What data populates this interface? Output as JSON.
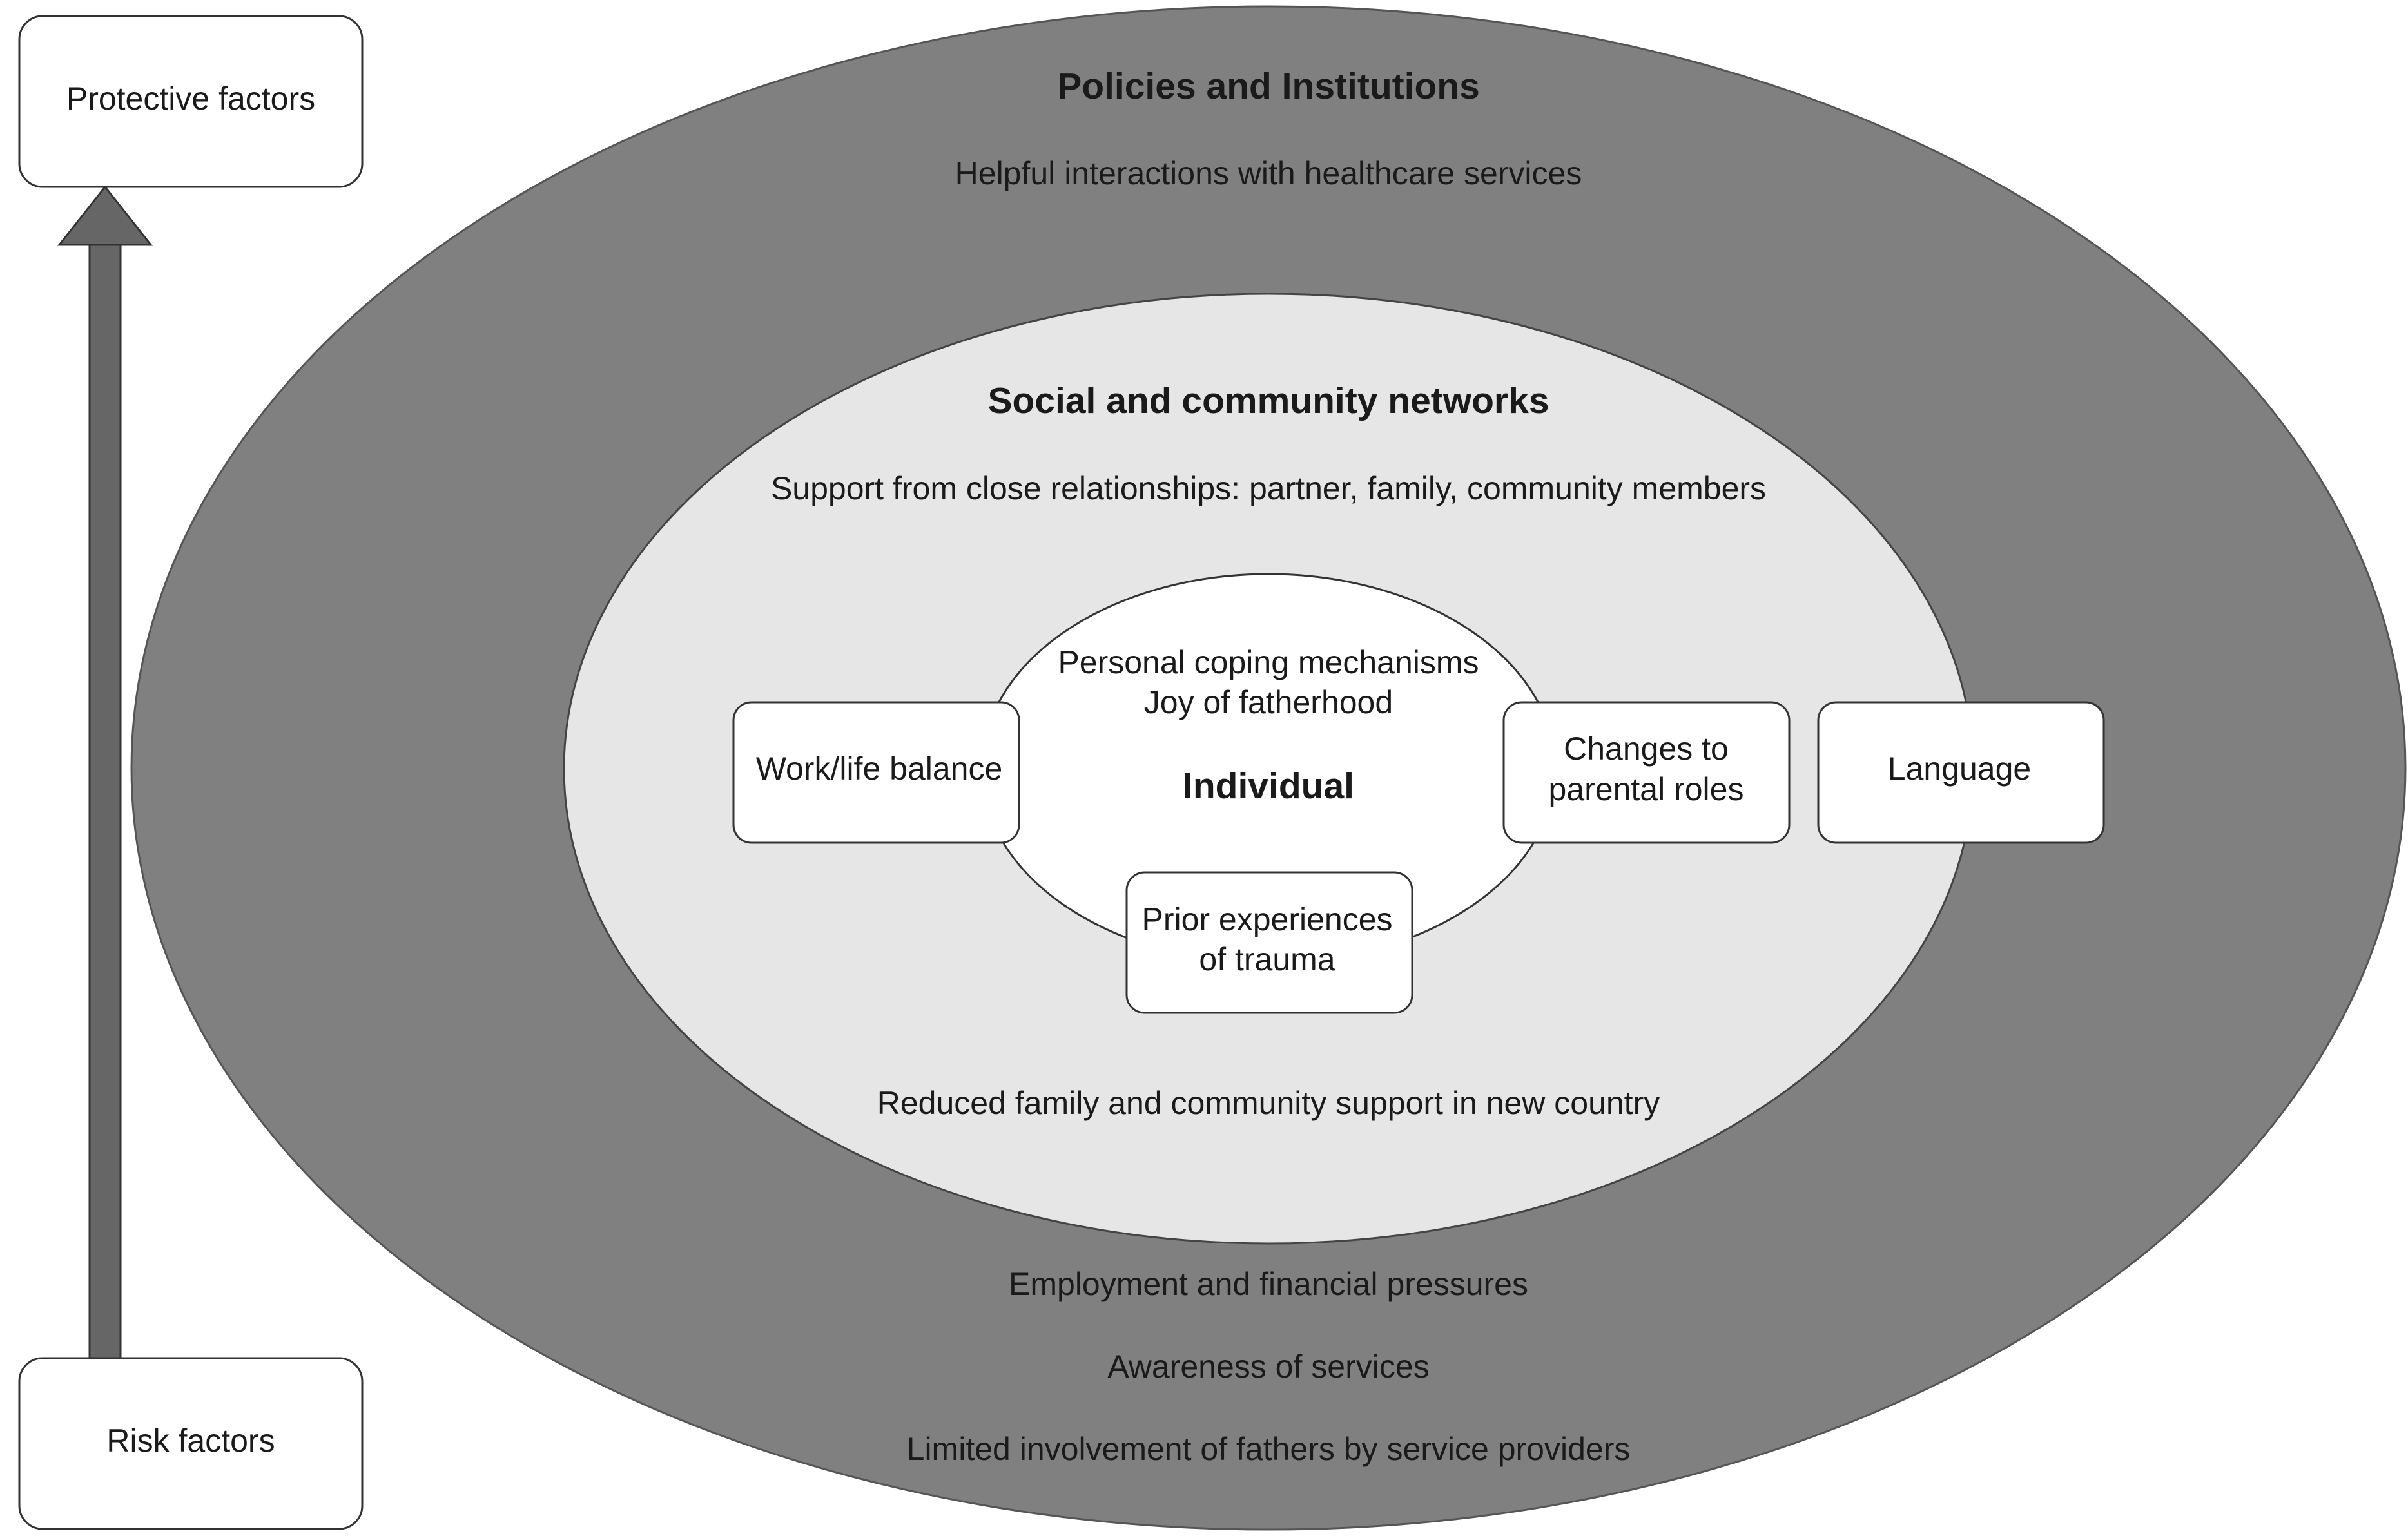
{
  "colors": {
    "outer_ring": "#808080",
    "inner_ring": "#e6e6e6",
    "core": "#ffffff",
    "box_fill": "#ffffff",
    "stroke": "#333333",
    "arrow_fill": "#666666",
    "text": "#1a1a1a"
  },
  "legend": {
    "protective": "Protective factors",
    "risk": "Risk factors"
  },
  "policies": {
    "title": "Policies and Institutions",
    "protective_item": "Helpful interactions with healthcare services",
    "risk_items": [
      "Employment and financial pressures",
      "Awareness of services",
      "Limited involvement of fathers by service providers"
    ]
  },
  "social": {
    "title": "Social and community networks",
    "protective_item": "Support from close relationships: partner, family, community members",
    "risk_item": "Reduced family and community support in new country"
  },
  "individual": {
    "title": "Individual",
    "protective_lines": [
      "Personal coping mechanisms",
      "Joy of fatherhood"
    ]
  },
  "factor_boxes": {
    "work_life": "Work/life balance",
    "parental_roles": [
      "Changes to",
      "parental roles"
    ],
    "language": "Language",
    "trauma": [
      "Prior experiences",
      "of trauma"
    ]
  }
}
